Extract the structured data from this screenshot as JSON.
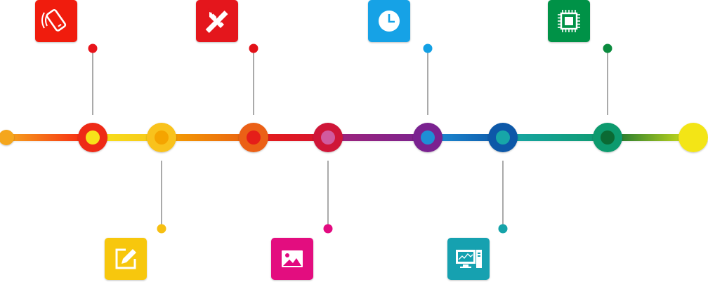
{
  "timeline": {
    "nodes": [
      {
        "ring": "#f5a61d",
        "dot": "#f5a61d",
        "kind": "endpoint"
      },
      {
        "ring": "#ee2a16",
        "dot": "#f7e21a",
        "kind": "node"
      },
      {
        "ring": "#f9c21a",
        "dot": "#f5a400",
        "kind": "node"
      },
      {
        "ring": "#eb6113",
        "dot": "#e51e19",
        "kind": "node"
      },
      {
        "ring": "#cf1637",
        "dot": "#d15a9e",
        "kind": "node"
      },
      {
        "ring": "#7a2390",
        "dot": "#1e8fd6",
        "kind": "node"
      },
      {
        "ring": "#0e58a8",
        "dot": "#17a6a8",
        "kind": "node"
      },
      {
        "ring": "#0f9a6e",
        "dot": "#0b6a34",
        "kind": "node"
      },
      {
        "ring": "#f3e519",
        "dot": "#f3e519",
        "kind": "endpoint"
      }
    ],
    "segments": [
      [
        "#f5a61d",
        "#f81d12"
      ],
      [
        "#f7e21a",
        "#f7c61a"
      ],
      [
        "#f5a400",
        "#e95e13"
      ],
      [
        "#e51e19",
        "#d7132f"
      ],
      [
        "#a0237a",
        "#7a2390"
      ],
      [
        "#1e8fd6",
        "#0e58a8"
      ],
      [
        "#17a6a8",
        "#0f9a6e"
      ],
      [
        "#0b6a34",
        "#d7e51a"
      ]
    ],
    "callouts": [
      {
        "node": 1,
        "side": "top",
        "icon": "phone-vibrate-icon",
        "color": "#f01c0c",
        "dot": "#e8141b"
      },
      {
        "node": 2,
        "side": "bottom",
        "icon": "edit-icon",
        "color": "#f7c70c",
        "dot": "#f6bf12"
      },
      {
        "node": 3,
        "side": "top",
        "icon": "ruler-pencil-icon",
        "color": "#e4141c",
        "dot": "#e21118"
      },
      {
        "node": 4,
        "side": "bottom",
        "icon": "image-icon",
        "color": "#e3077f",
        "dot": "#e20a80"
      },
      {
        "node": 5,
        "side": "top",
        "icon": "clock-icon",
        "color": "#15a2e6",
        "dot": "#12a0e4"
      },
      {
        "node": 6,
        "side": "bottom",
        "icon": "monitor-chart-icon",
        "color": "#13a1b0",
        "dot": "#15a3a9"
      },
      {
        "node": 7,
        "side": "top",
        "icon": "cpu-chip-icon",
        "color": "#069247",
        "dot": "#0b8b3e"
      }
    ]
  }
}
